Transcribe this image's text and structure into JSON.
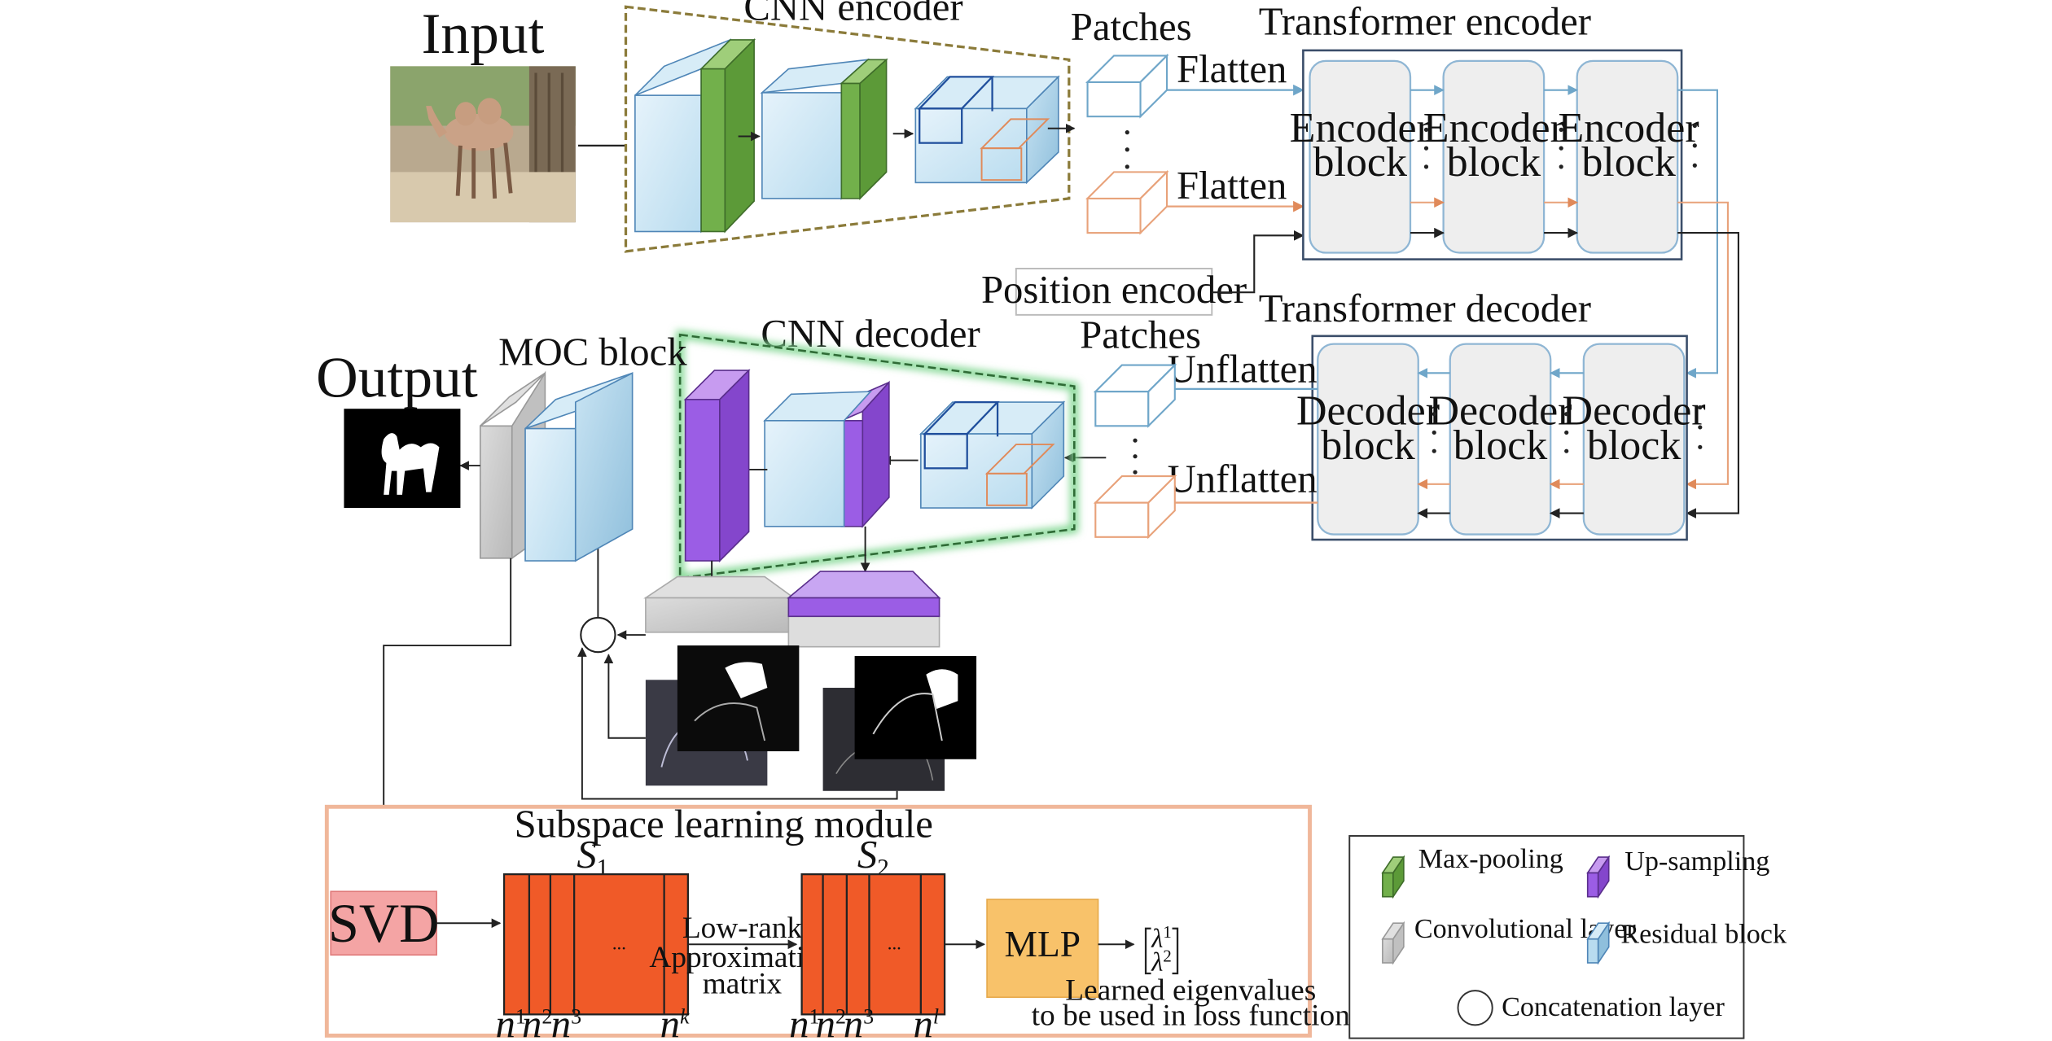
{
  "labels": {
    "input": "Input",
    "output": "Output",
    "cnn_encoder": "CNN encoder",
    "cnn_decoder": "CNN decoder",
    "patches_top": "Patches",
    "patches_bottom": "Patches",
    "flatten": "Flatten",
    "unflatten": "Unflatten",
    "position_encoder": "Position encoder",
    "transformer_encoder": "Transformer encoder",
    "transformer_decoder": "Transformer decoder",
    "moc_block": "MOC block"
  },
  "transformer_encoder": {
    "block_line1": "Encoder",
    "block_line2": "block"
  },
  "transformer_decoder": {
    "block_line1": "Decoder",
    "block_line2": "block"
  },
  "subspace": {
    "title": "Subspace learning module",
    "svd": "SVD",
    "mlp": "MLP",
    "dots": "...",
    "s1": {
      "symbol": "S",
      "sub": "1",
      "cols": [
        {
          "base": "n",
          "sup": "1"
        },
        {
          "base": "n",
          "sup": "2"
        },
        {
          "base": "n",
          "sup": "3"
        },
        {
          "base": "n",
          "sup": "k"
        }
      ]
    },
    "s2": {
      "symbol": "S",
      "sub": "2",
      "cols": [
        {
          "base": "n",
          "sup": "1"
        },
        {
          "base": "n",
          "sup": "2"
        },
        {
          "base": "n",
          "sup": "3"
        },
        {
          "base": "n",
          "sup": "l"
        }
      ]
    },
    "lowrank": [
      "Low-rank",
      "Approximation",
      "matrix"
    ],
    "eigen": [
      {
        "base": "λ",
        "sup": "1"
      },
      {
        "base": "λ",
        "sup": "2"
      }
    ],
    "caption": [
      "Learned eigenvalues",
      "to be used in loss function"
    ]
  },
  "legend": {
    "max_pooling": "Max-pooling",
    "up_sampling": "Up-sampling",
    "convolutional_layer": "Convolutional layer",
    "residual_block": "Residual block",
    "concatenation_layer": "Concatenation layer"
  },
  "colors": {
    "max_pooling": "#72b04b",
    "up_sampling": "#9b5de5",
    "residual_block": "#b9dcef",
    "convolutional_layer": "#c9c9c9",
    "svd": "#f4a4a4",
    "matrix": "#f05a28",
    "mlp": "#f8c26a",
    "encoder_frame": "#8b7b3a",
    "decoder_frame": "#2f6b36",
    "subspace_frame": "#f0b79a"
  }
}
